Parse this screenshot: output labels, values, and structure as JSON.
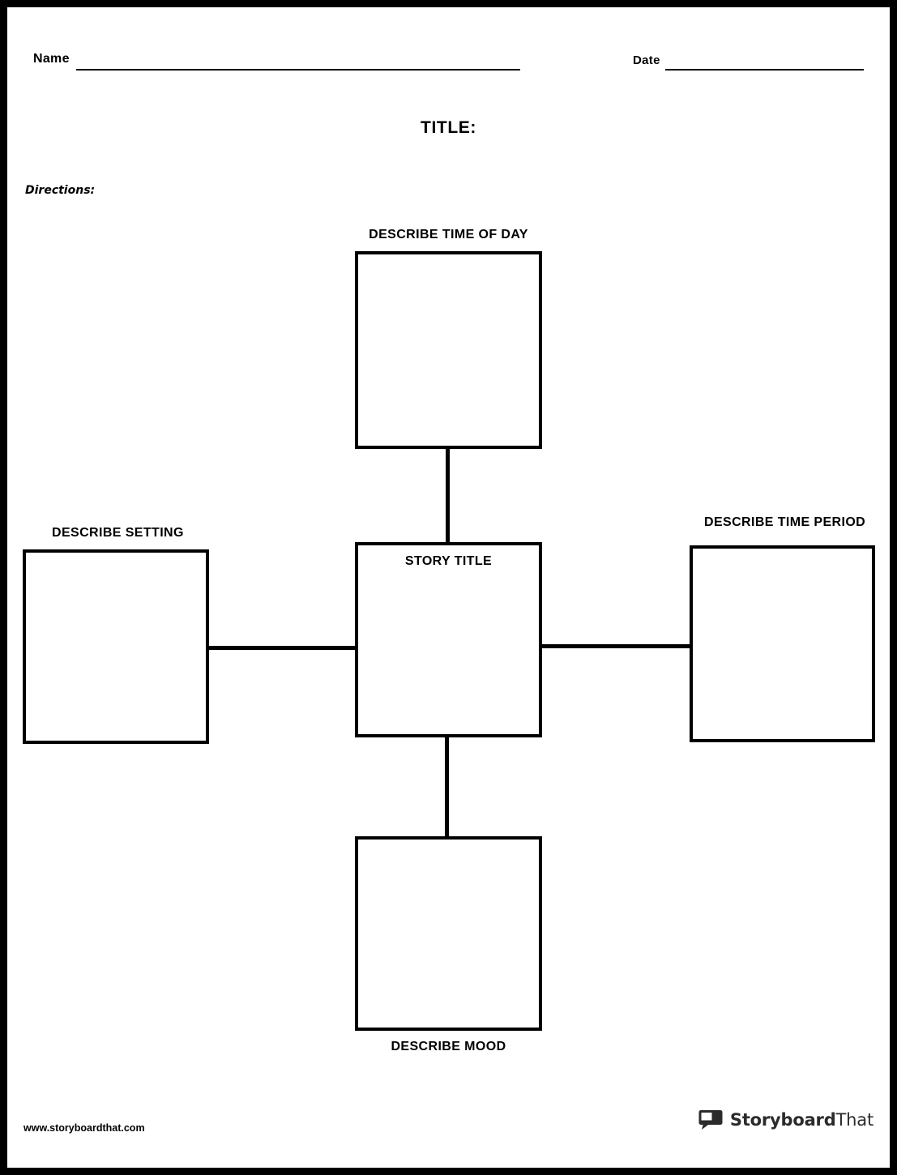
{
  "header": {
    "name_label": "Name",
    "date_label": "Date",
    "title_label": "TITLE:",
    "directions_label": "Directions:"
  },
  "diagram": {
    "top": {
      "caption": "DESCRIBE TIME OF DAY",
      "value": ""
    },
    "center": {
      "caption": "STORY TITLE",
      "value": ""
    },
    "left": {
      "caption": "DESCRIBE SETTING",
      "value": ""
    },
    "right": {
      "caption": "DESCRIBE TIME PERIOD",
      "value": ""
    },
    "bottom": {
      "caption": "DESCRIBE MOOD",
      "value": ""
    }
  },
  "footer": {
    "url": "www.storyboardthat.com",
    "brand_first": "Storyboard",
    "brand_second": "That",
    "brand_icon": "speech-bubble-icon"
  },
  "colors": {
    "ink": "#000000",
    "paper": "#ffffff",
    "brand_text": "#2b2b2b"
  }
}
